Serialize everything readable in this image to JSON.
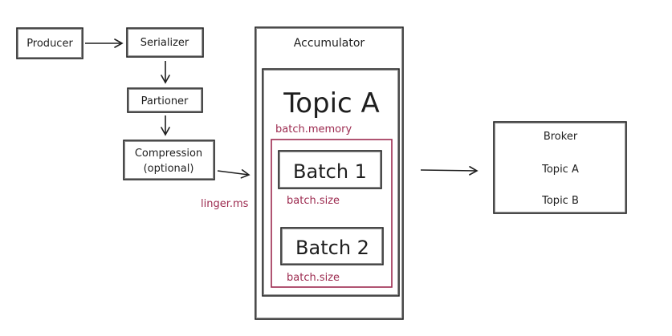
{
  "nodes": {
    "producer": "Producer",
    "serializer": "Serializer",
    "partitioner": "Partioner",
    "compression_line1": "Compression",
    "compression_line2": "(optional)",
    "accumulator": "Accumulator",
    "topic": "Topic A",
    "batch1": "Batch 1",
    "batch2": "Batch 2",
    "broker": "Broker",
    "broker_topic_a": "Topic A",
    "broker_topic_b": "Topic B"
  },
  "annotations": {
    "batch_memory": "batch.memory",
    "linger_ms": "linger.ms",
    "batch_size_1": "batch.size",
    "batch_size_2": "batch.size"
  },
  "colors": {
    "stroke": "#1e1e1e",
    "accent": "#9c2a4f",
    "background": "#ffffff"
  }
}
